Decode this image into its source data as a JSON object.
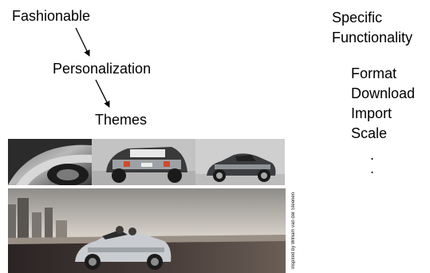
{
  "left": {
    "step1": "Fashionable",
    "step2": "Personalization",
    "step3": "Themes"
  },
  "right": {
    "title_line1": "Specific",
    "title_line2": "Functionality",
    "items": [
      "Format",
      "Download",
      "Import",
      "Scale"
    ],
    "dot1": ".",
    "dot2": "."
  },
  "photos": {
    "credit": "Inspired by William van der Steenen",
    "images": [
      "car-detail-photo",
      "car-rear-photo",
      "car-side-photo",
      "car-on-road-photo"
    ]
  },
  "colors": {
    "text": "#000000",
    "car_silver": "#c9ccd0",
    "road": "#3a3432",
    "sky": "#c7c1b9"
  }
}
